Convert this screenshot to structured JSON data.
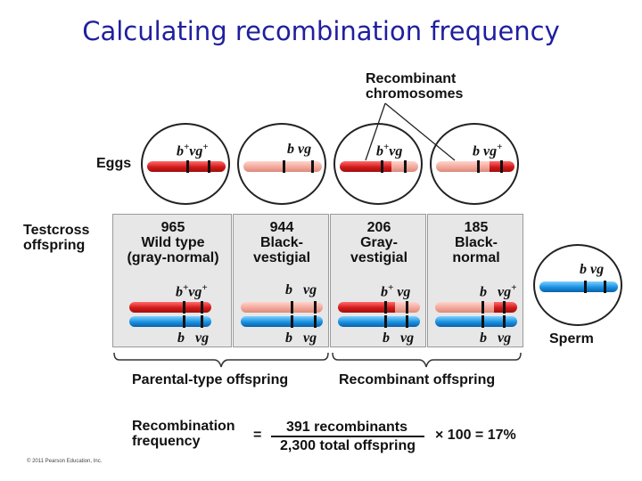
{
  "title": "Calculating recombination frequency",
  "labels": {
    "recombinant_chromosomes_line1": "Recombinant",
    "recombinant_chromosomes_line2": "chromosomes",
    "eggs": "Eggs",
    "testcross_line1": "Testcross",
    "testcross_line2": "offspring",
    "sperm": "Sperm",
    "parental_type_offspring": "Parental-type offspring",
    "recombinant_offspring": "Recombinant offspring"
  },
  "alleles": {
    "b_plus": "b",
    "vg_plus": "vg",
    "b": "b",
    "vg": "vg",
    "plus": "+"
  },
  "offspring": [
    {
      "count": "965",
      "name_line1": "Wild type",
      "name_line2": "(gray-normal)"
    },
    {
      "count": "944",
      "name_line1": "Black-",
      "name_line2": "vestigial"
    },
    {
      "count": "206",
      "name_line1": "Gray-",
      "name_line2": "vestigial"
    },
    {
      "count": "185",
      "name_line1": "Black-",
      "name_line2": "normal"
    }
  ],
  "equation": {
    "left_line1": "Recombination",
    "left_line2": "frequency",
    "equals": "=",
    "numerator": "391 recombinants",
    "denominator": "2,300 total offspring",
    "result": "× 100 = 17%"
  },
  "copyright": "© 2011 Pearson Education, Inc.",
  "colors": {
    "title": "#1f1f9f",
    "gray_body_chromosome": "#d21a1a",
    "black_body_chromosome": "#f3a89b",
    "tester_chromosome": "#1890e0"
  }
}
